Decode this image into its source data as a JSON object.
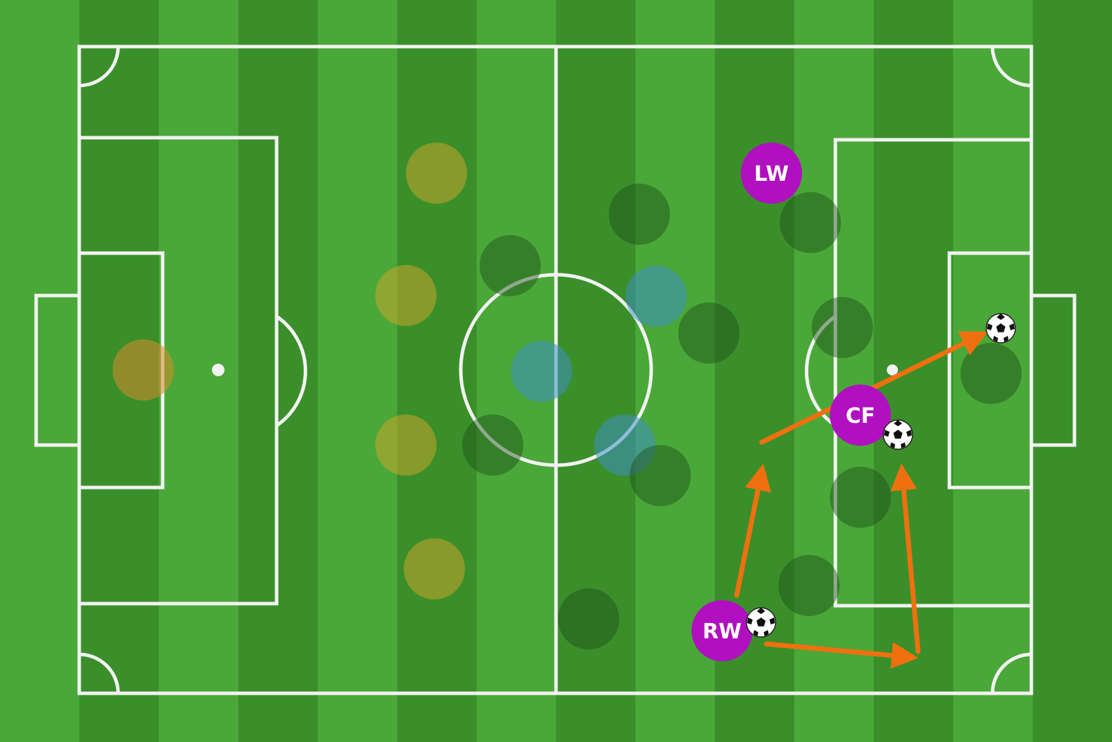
{
  "pitch": {
    "grass_light": "#4aa838",
    "grass_dark": "#3a8f2a",
    "line_color": "#f2f2f2"
  },
  "players": {
    "lw": {
      "label": "LW",
      "color": "#b010c0"
    },
    "cf": {
      "label": "CF",
      "color": "#b010c0"
    },
    "rw": {
      "label": "RW",
      "color": "#b010c0"
    }
  },
  "ghost_colors": {
    "orange": "#d98b2b",
    "yellow": "#c9a42a",
    "blue": "#3e8fc4",
    "dark": "#1e4d1a"
  },
  "arrow_color": "#f07010",
  "ball_icon": "soccer-ball-icon"
}
